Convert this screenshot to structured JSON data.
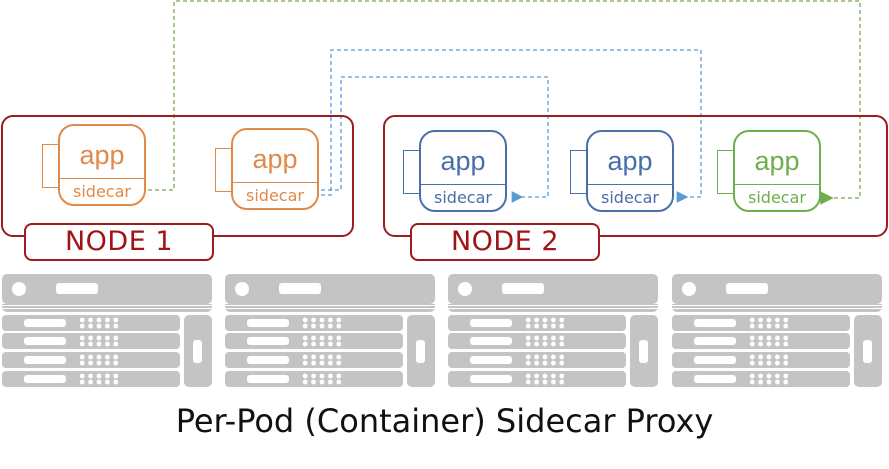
{
  "caption": "Per-Pod (Container) Sidecar Proxy",
  "colors": {
    "node_border": "#9b1b1e",
    "node_text": "#a01416",
    "pod_orange": "#e08a4a",
    "pod_blue": "#4a6fa8",
    "pod_green": "#6fae4d",
    "link_blue": "#5b9bd5",
    "link_green": "#8cb56a",
    "server_gray": "#c4c4c4"
  },
  "nodes": [
    {
      "label": "NODE 1",
      "pods": [
        {
          "app_label": "app",
          "sidecar_label": "sidecar",
          "color": "orange"
        },
        {
          "app_label": "app",
          "sidecar_label": "sidecar",
          "color": "orange"
        }
      ]
    },
    {
      "label": "NODE 2",
      "pods": [
        {
          "app_label": "app",
          "sidecar_label": "sidecar",
          "color": "blue"
        },
        {
          "app_label": "app",
          "sidecar_label": "sidecar",
          "color": "blue"
        },
        {
          "app_label": "app",
          "sidecar_label": "sidecar",
          "color": "green"
        }
      ]
    }
  ],
  "connections": [
    {
      "from": "node-1-pod-1-sidecar",
      "to": "node-2-pod-3-sidecar",
      "style": "dashed",
      "color": "green",
      "arrow": "end"
    },
    {
      "from": "node-1-pod-2-sidecar",
      "to": "node-2-pod-1-sidecar",
      "style": "dashed",
      "color": "blue",
      "arrow": "end"
    },
    {
      "from": "node-1-pod-2-sidecar",
      "to": "node-2-pod-2-sidecar",
      "style": "dashed",
      "color": "blue",
      "arrow": "end"
    }
  ],
  "servers": [
    {
      "name": "server-1"
    },
    {
      "name": "server-2"
    },
    {
      "name": "server-3"
    },
    {
      "name": "server-4"
    }
  ]
}
